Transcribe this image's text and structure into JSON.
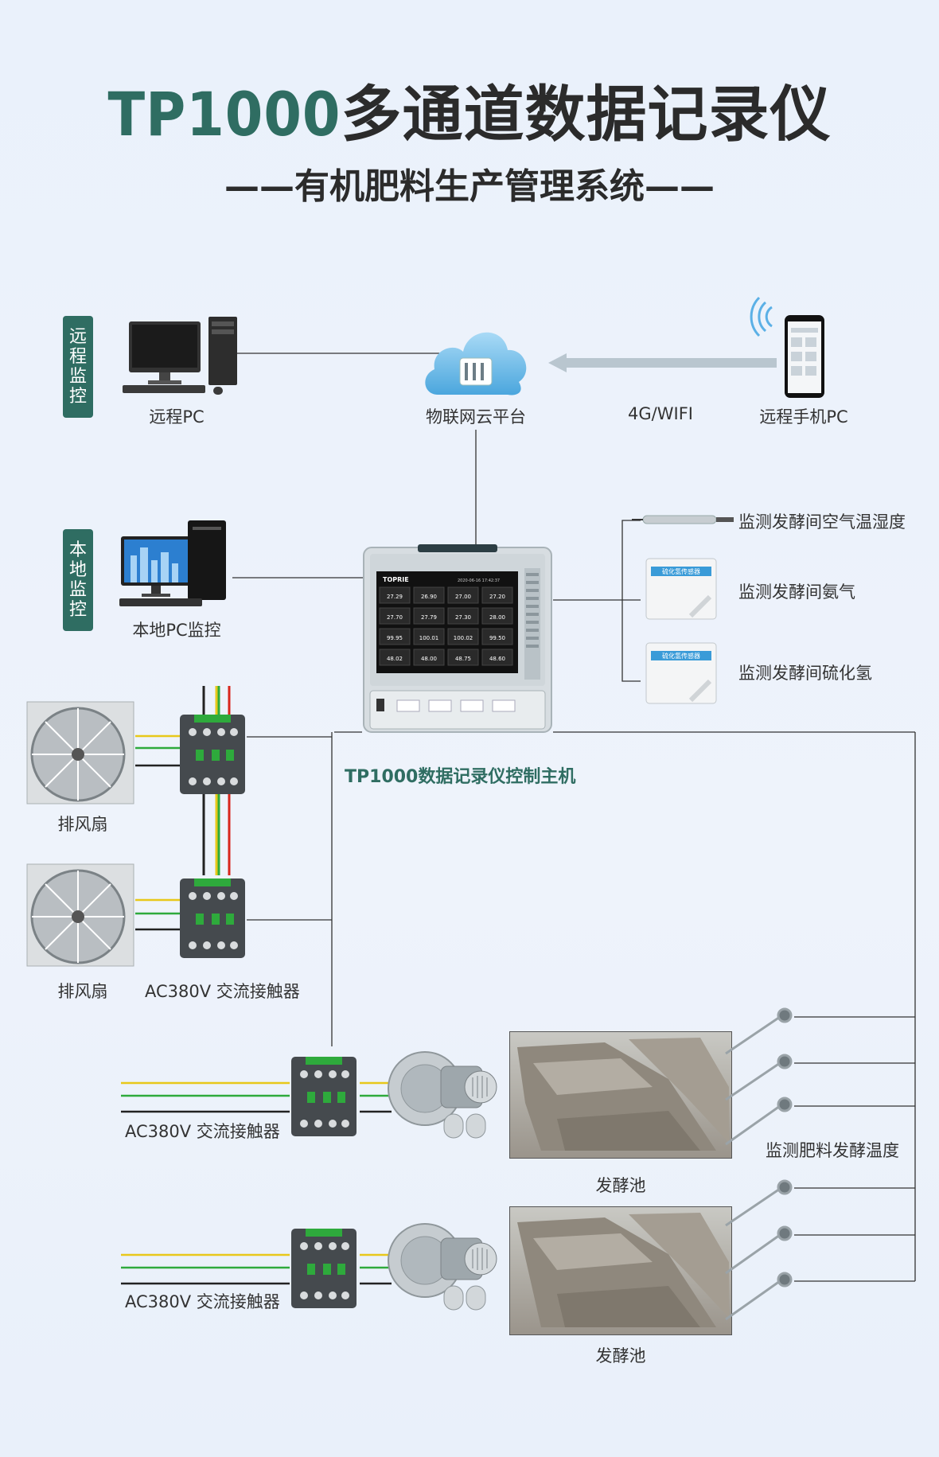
{
  "title": {
    "model": "TP1000",
    "rest": "多通道数据记录仪"
  },
  "subtitle": "——有机肥料生产管理系统——",
  "tags": {
    "remote": "远程监控",
    "local": "本地监控"
  },
  "remote": {
    "pc_label": "远程PC",
    "cloud_label": "物联网云平台",
    "link_label": "4G/WIFI",
    "phone_label": "远程手机PC"
  },
  "local": {
    "pc_label": "本地PC监控"
  },
  "host": {
    "label": "TP1000数据记录仪控制主机",
    "brand": "TOPRIE",
    "screen_header": "2020-06-16  17:42:37",
    "values": [
      "27.29",
      "26.90",
      "27.00",
      "27.20",
      "27.70",
      "27.79",
      "27.30",
      "28.00",
      "99.95",
      "100.01",
      "100.02",
      "99.50",
      "48.02",
      "48.00",
      "48.75",
      "48.60"
    ]
  },
  "sensors": [
    {
      "label": "监测发酵间空气温湿度"
    },
    {
      "label": "监测发酵间氨气",
      "device_text": "硫化氢传感器"
    },
    {
      "label": "监测发酵间硫化氢",
      "device_text": "硫化氢传感器"
    }
  ],
  "fans": [
    {
      "label": "排风扇"
    },
    {
      "label": "排风扇"
    }
  ],
  "contactor_label": "AC380V 交流接触器",
  "lower_contactors": [
    {
      "label": "AC380V 交流接触器"
    },
    {
      "label": "AC380V 交流接触器"
    }
  ],
  "tanks": [
    {
      "label": "发酵池"
    },
    {
      "label": "发酵池"
    }
  ],
  "temp_label": "监测肥料发酵温度",
  "colors": {
    "accent": "#2f6d62",
    "wire_yellow": "#e8c81a",
    "wire_green": "#2eaa3c",
    "wire_red": "#d8261c",
    "wire_dark": "#222222"
  }
}
